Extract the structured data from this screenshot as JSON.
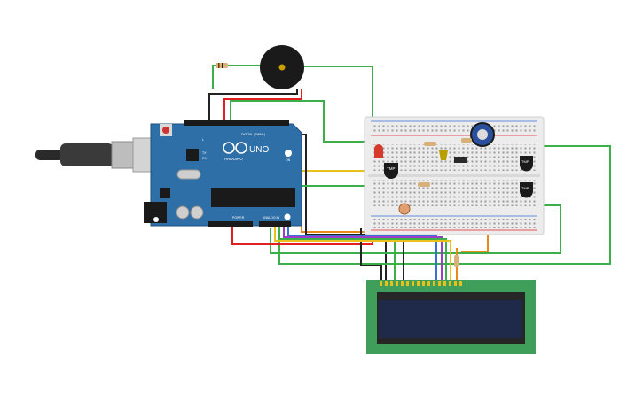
{
  "arduino": {
    "brand": "ARDUINO",
    "model": "UNO",
    "digital_label": "DIGITAL (PWM~)",
    "power_label": "POWER",
    "analog_label": "ANALOG IN",
    "tx_label": "TX",
    "rx_label": "RX",
    "l_label": "L",
    "on_label": "ON"
  },
  "breadboard": {
    "sensor1_label": "TMP",
    "sensor2_label": "TMP",
    "sensor3_label": "TMP"
  },
  "colors": {
    "board_blue": "#2f6fa8",
    "breadboard": "#ececec",
    "lcd_green": "#3f9f5a",
    "lcd_screen": "#1f2a4a",
    "wire_red": "#e02020",
    "wire_black": "#222222",
    "wire_green": "#3bb04a",
    "wire_yellow": "#e8c21a",
    "wire_orange": "#e88a1a",
    "wire_blue": "#3a6fd8",
    "wire_purple": "#9b3fc8",
    "wire_pink": "#e33fa8"
  }
}
